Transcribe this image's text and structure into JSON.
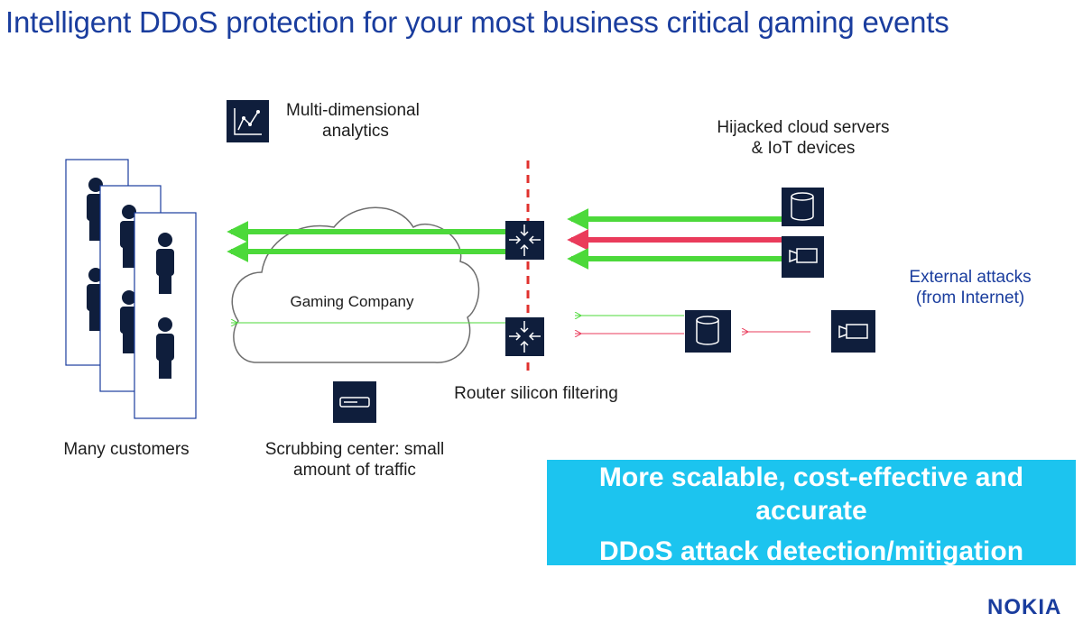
{
  "title": "Intelligent DDoS protection for your most business critical gaming events",
  "labels": {
    "analytics": [
      "Multi-dimensional",
      "analytics"
    ],
    "hijacked": [
      "Hijacked cloud servers",
      "& IoT devices"
    ],
    "external": [
      "External attacks",
      "(from Internet)"
    ],
    "gaming_company": "Gaming Company",
    "router": "Router silicon filtering",
    "customers": "Many customers",
    "scrubbing": [
      "Scrubbing center: small",
      "amount of traffic"
    ]
  },
  "callout": {
    "lines": [
      "More scalable, cost-effective and",
      "accurate",
      "DDoS attack detection/mitigation"
    ]
  },
  "logo": "NOKIA",
  "colors": {
    "title": "#1a3d9e",
    "tile": "#0f1e3c",
    "legit_traffic": "#4cd93a",
    "attack_traffic": "#ea3b5b",
    "filter_line": "#e0312e",
    "callout_bg": "#1cc4ef"
  },
  "icons": {
    "analytics": "line-chart-icon",
    "server": "database-icon",
    "iot": "camera-icon",
    "router": "router-icon",
    "scrubbing": "scrubbing-appliance-icon",
    "person": "person-icon"
  }
}
